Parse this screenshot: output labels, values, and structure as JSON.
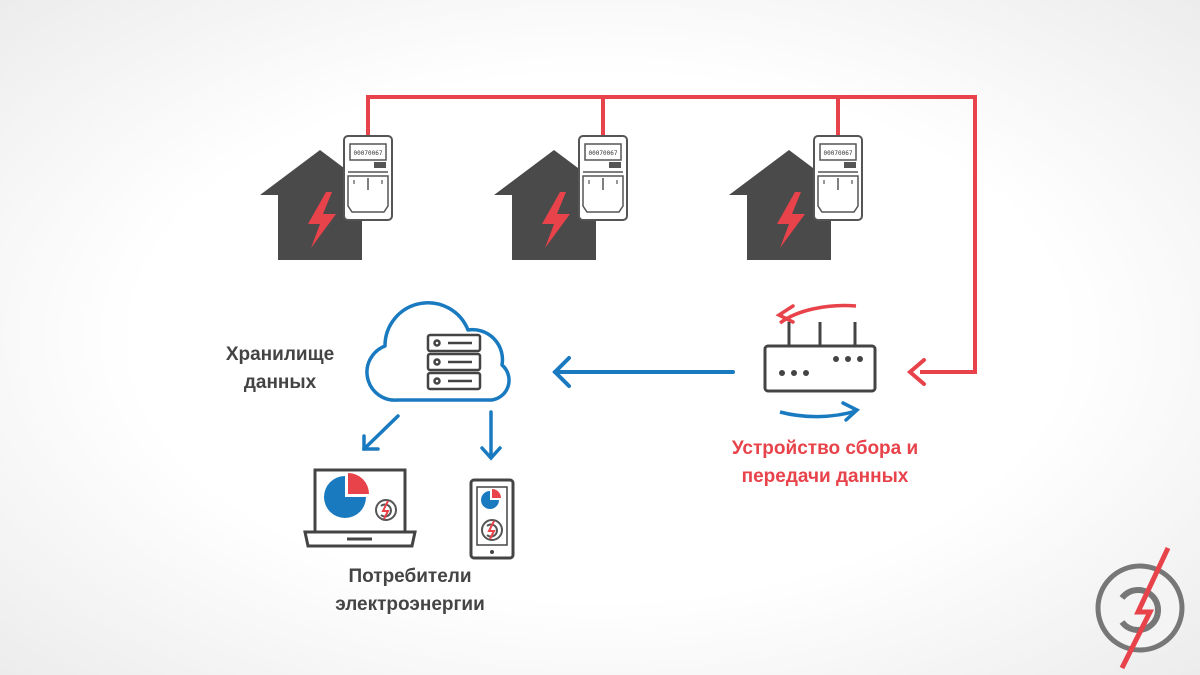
{
  "labels": {
    "storage": [
      "Хранилище",
      "данных"
    ],
    "collector": [
      "Устройство сбора и",
      "передачи данных"
    ],
    "consumers": [
      "Потребители",
      "электроэнергии"
    ]
  },
  "meter": {
    "reading": "00070067"
  },
  "colors": {
    "red": "#e8424a",
    "blue": "#1a7ac0",
    "gray": "#4a4a4a",
    "text": "#444444"
  },
  "icons": {
    "house": "house-icon",
    "meter": "electric-meter-icon",
    "cloud": "cloud-icon",
    "server": "server-icon",
    "router": "router-icon",
    "laptop": "laptop-icon",
    "phone": "smartphone-icon",
    "logo": "brand-logo-icon"
  }
}
